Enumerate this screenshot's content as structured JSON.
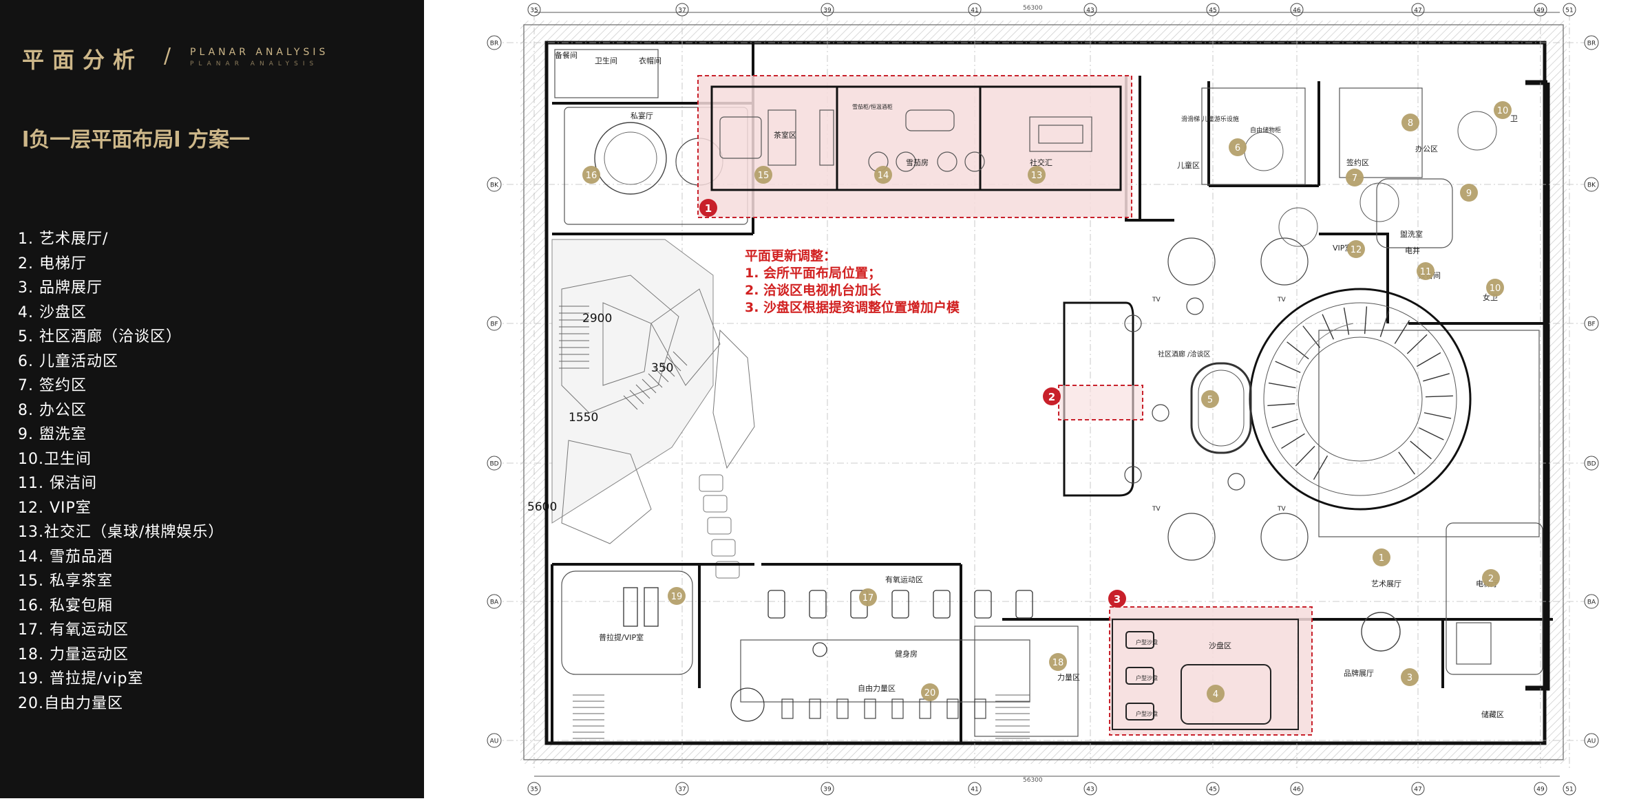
{
  "panel": {
    "title": "平面分析",
    "slash": "/",
    "title_en": "PLANAR ANALYSIS",
    "title_en_small": "PLANAR ANALYSIS",
    "subtitle": "l负一层平面布局l 方案一"
  },
  "legend": [
    "1. 艺术展厅/",
    "2. 电梯厅",
    "3. 品牌展厅",
    "4. 沙盘区",
    "5. 社区酒廊（洽谈区）",
    "6. 儿童活动区",
    "7. 签约区",
    "8. 办公区",
    "9. 盥洗室",
    "10.卫生间",
    "11. 保洁间",
    "12. VIP室",
    "13.社交汇（桌球/棋牌娱乐）",
    "14. 雪茄品酒",
    "15. 私享茶室",
    "16. 私宴包厢",
    "17. 有氧运动区",
    "18. 力量运动区",
    "19. 普拉提/vip室",
    "20.自由力量区"
  ],
  "grid": {
    "columns": [
      "35",
      "37",
      "39",
      "41",
      "43",
      "45",
      "46",
      "47",
      "49",
      "51"
    ],
    "rows": [
      "BR",
      "BK",
      "BF",
      "BD",
      "BA",
      "AU"
    ],
    "dimension_label": "56300"
  },
  "annotation": {
    "title": "平面更新调整：",
    "lines": [
      "1. 会所平面布局位置；",
      "2. 洽谈区电视机台加长",
      "3. 沙盘区根据提资调整位置增加户模"
    ]
  },
  "markers": [
    "1",
    "2",
    "3"
  ],
  "zone_numbers": [
    "1",
    "2",
    "3",
    "4",
    "5",
    "6",
    "7",
    "8",
    "9",
    "10",
    "10",
    "11",
    "12",
    "13",
    "14",
    "15",
    "16",
    "17",
    "18",
    "19",
    "20"
  ],
  "room_labels": {
    "dining": "备餐间",
    "toilet": "卫生间",
    "cloak": "衣帽间",
    "private_room": "私宴厅",
    "tea": "茶室区",
    "wine": "雪茄房",
    "wine_note": "雪茄柜/恒温酒柜",
    "social": "社交汇",
    "kids_note": "滑滑梯\n儿童游乐设施",
    "kids": "儿童区",
    "kids_store": "自由储物柜",
    "sign": "签约区",
    "office": "办公区",
    "wc_m": "卫",
    "wash": "盥洗室",
    "vip": "VIP室",
    "elevator_shaft": "电井",
    "equip": "设备间",
    "wc_f": "女卫",
    "lounge": "社区酒廊\n/洽谈区",
    "tv": "TV",
    "art": "艺术展厅",
    "elevator_hall": "电梯厅",
    "brand": "品牌展厅",
    "sandtable": "沙盘区",
    "storage": "储藏区",
    "strength": "力量区",
    "pilates": "普拉提/VIP室",
    "aerobic": "有氧运动区",
    "gym": "健身房",
    "free": "自由力量区",
    "model1": "户型沙盘",
    "model2": "户型沙盘",
    "model3": "户型沙盘"
  },
  "levels": [
    "2900",
    "350",
    "1550",
    "5600"
  ],
  "colors": {
    "panel_bg": "#121212",
    "gold": "#cdb789",
    "highlight_fill": "#f6dcdc",
    "highlight_stroke": "#c8202a",
    "marker": "#c8202a",
    "zone_badge": "#b4a06c",
    "annotation_text": "#d12020"
  }
}
